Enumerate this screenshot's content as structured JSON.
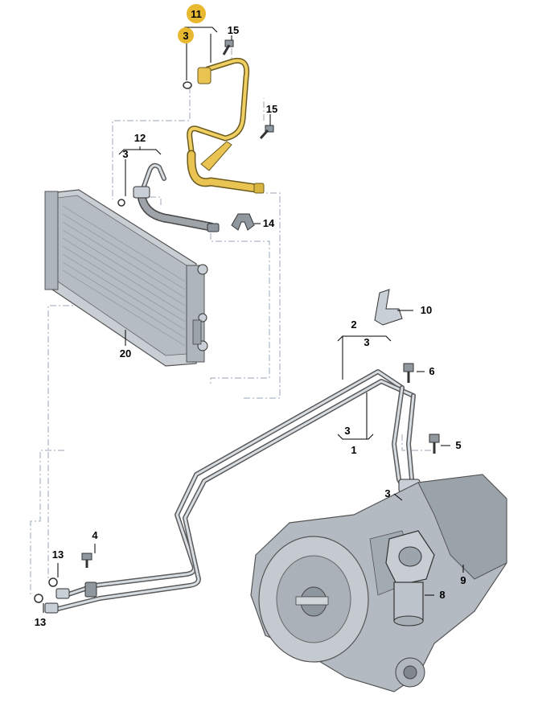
{
  "diagram": {
    "highlight_color": "#e8b930",
    "callouts": {
      "c11": "11",
      "c3_top": "3",
      "c15_top": "15",
      "c15_mid": "15",
      "c12": "12",
      "c3_left": "3",
      "c14": "14",
      "c20": "20",
      "c10": "10",
      "c2": "2",
      "c3_right_top": "3",
      "c6": "6",
      "c3_right_bottom": "3",
      "c1": "1",
      "c5": "5",
      "c3_trans": "3",
      "c4": "4",
      "c13_top": "13",
      "c13_bottom": "13",
      "c9": "9",
      "c8": "8"
    },
    "parts": [
      "radiator",
      "cooler-hose-upper",
      "cooler-hose-left",
      "hose-clip",
      "bracket",
      "oil-lines",
      "transmission",
      "oil-filter-housing",
      "bolts",
      "o-rings"
    ]
  }
}
